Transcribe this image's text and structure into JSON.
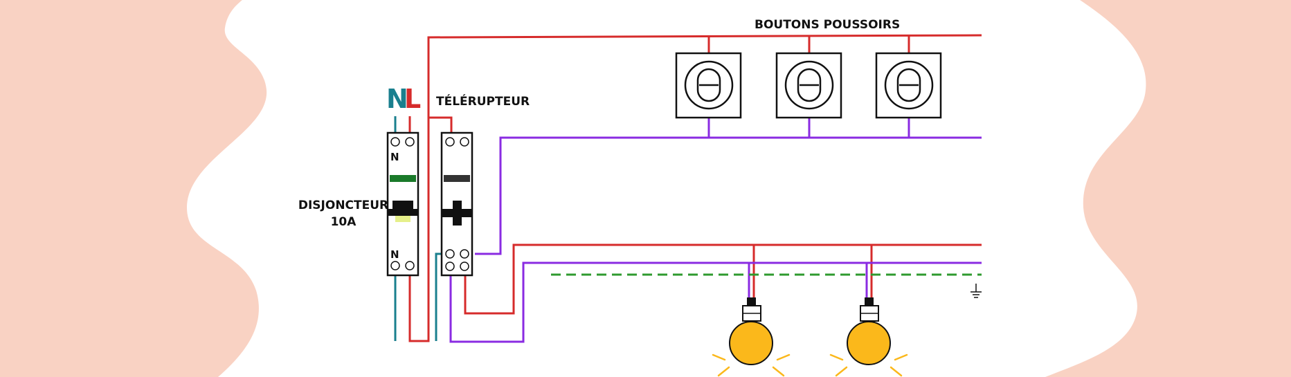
{
  "labels": {
    "push_buttons": "BOUTONS POUSSOIRS",
    "relay": "TÉLÉRUPTEUR",
    "breaker_line1": "DISJONCTEUR",
    "breaker_line2": "10A",
    "neutral": "N",
    "live": "L",
    "breaker_n_top": "N",
    "breaker_n_bottom": "N"
  },
  "colors": {
    "background": "#f9d2c3",
    "panel": "#ffffff",
    "live": "#d62b2b",
    "neutral": "#1a7f8e",
    "control": "#8a2be2",
    "earth": "#2e9a2e",
    "lamp": "#fbb81b",
    "outline": "#111111",
    "breaker_bar": "#1a7a2a",
    "breaker_indicator": "#e6f08a"
  },
  "icons": {
    "push_button": "push-button-icon",
    "lamp": "lamp-icon",
    "earth": "earth-ground-icon"
  },
  "counts": {
    "push_buttons": 3,
    "lamps": 2
  }
}
